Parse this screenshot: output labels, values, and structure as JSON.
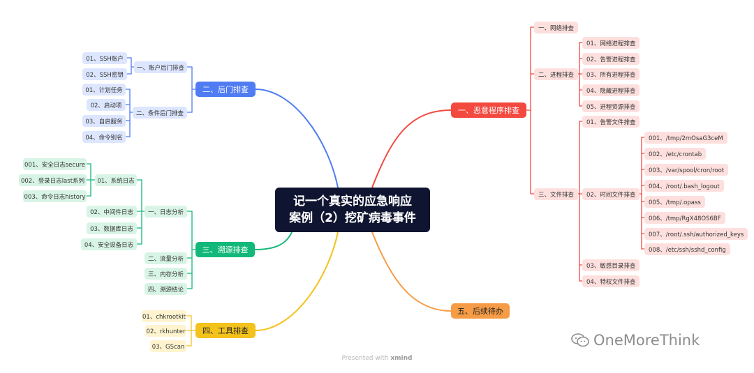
{
  "root": {
    "line1": "记一个真实的应急响应",
    "line2": "案例（2）挖矿病毒事件"
  },
  "malware": {
    "label": "一、恶意程序排查",
    "network": "一、网络排查",
    "process": {
      "label": "二、进程排查",
      "items": [
        "01、网络进程排查",
        "02、告警进程排查",
        "03、所有进程排查",
        "04、隐藏进程排查",
        "05、进程资源排查"
      ]
    },
    "file": {
      "label": "三、文件排查",
      "alert": "01、告警文件排查",
      "time": {
        "label": "02、时间文件排查",
        "items": [
          "001、/tmp/2mOsaG3ceM",
          "002、/etc/crontab",
          "003、/var/spool/cron/root",
          "004、/root/.bash_logout",
          "005、/tmp/.opass",
          "006、/tmp/RgX48OS6BF",
          "007、/root/.ssh/authorized_keys",
          "008、/etc/ssh/sshd_config"
        ]
      },
      "sensitive": "03、敏感目录排查",
      "privileged": "04、特权文件排查"
    }
  },
  "backdoor": {
    "label": "二、后门排查",
    "account": {
      "label": "一、账户后门排查",
      "items": [
        "01、SSH账户",
        "02、SSH密钥"
      ]
    },
    "condition": {
      "label": "二、条件后门排查",
      "items": [
        "01、计划任务",
        "02、启动项",
        "03、自启服务",
        "04、命令别名"
      ]
    }
  },
  "trace": {
    "label": "三、溯源排查",
    "log": {
      "label": "一、日志分析",
      "system": {
        "label": "01、系统日志",
        "items": [
          "001、安全日志secure",
          "002、登录日志last系列",
          "003、命令日志history"
        ]
      },
      "items": [
        "02、中间件日志",
        "03、数据库日志",
        "04、安全设备日志"
      ]
    },
    "others": [
      "二、流量分析",
      "三、内存分析",
      "四、溯源结论"
    ]
  },
  "tools": {
    "label": "四、工具排查",
    "items": [
      "01、chkrootkit",
      "02、rkhunter",
      "03、GScan"
    ]
  },
  "followup": {
    "label": "五、后续待办"
  },
  "colors": {
    "red": "#f3493f",
    "blue": "#4f7bf3",
    "green": "#12b87a",
    "yellow": "#f3c21b",
    "orange": "#f79c46",
    "root": "#0f1530"
  },
  "footer": {
    "prefix": "Presented with",
    "brand": "xmind"
  },
  "watermark": {
    "text": "OneMoreThink"
  }
}
